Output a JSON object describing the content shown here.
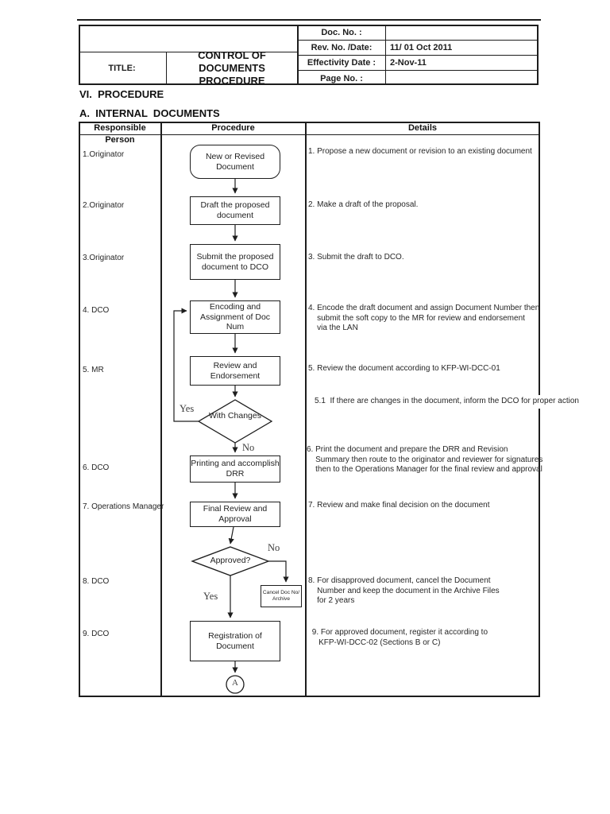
{
  "doc_header": {
    "title_label": "TITLE:",
    "title": "CONTROL OF DOCUMENTS PROCEDURE",
    "fields": [
      {
        "label": "Doc. No. :",
        "value": ""
      },
      {
        "label": "Rev. No. /Date:",
        "value": "11/ 01 Oct 2011"
      },
      {
        "label": "Effectivity Date :",
        "value": "2-Nov-11"
      },
      {
        "label": "Page No. :",
        "value": ""
      }
    ]
  },
  "headings": {
    "section": "VI.  PROCEDURE",
    "subsection": "A.  INTERNAL  DOCUMENTS"
  },
  "table": {
    "headers": [
      "Responsible Person",
      "Procedure",
      "Details"
    ]
  },
  "responsible": [
    {
      "label": "1.Originator"
    },
    {
      "label": "2.Originator"
    },
    {
      "label": "3.Originator"
    },
    {
      "label": "4. DCO"
    },
    {
      "label": "5. MR"
    },
    {
      "label": "6. DCO"
    },
    {
      "label": "7. Operations Manager"
    },
    {
      "label": "8. DCO"
    },
    {
      "label": "9. DCO"
    }
  ],
  "details": [
    {
      "text": "1. Propose a new document or revision to an existing document"
    },
    {
      "text": "2. Make a draft of the proposal."
    },
    {
      "text": "3. Submit the draft to DCO."
    },
    {
      "text": "4. Encode the draft document and assign Document Number then\n    submit the soft copy to the MR for review and endorsement\n    via the LAN"
    },
    {
      "text": "5. Review the document according to KFP-WI-DCC-01"
    },
    {
      "text": "5.1  If there are changes in the document, inform the DCO for proper action"
    },
    {
      "text": "6. Print the document and prepare the DRR and Revision\n    Summary then route to the originator and reviewer for signatures\n    then to the Operations Manager for the final review and approval"
    },
    {
      "text": "7. Review and make final decision on the document"
    },
    {
      "text": "8. For disapproved document, cancel the Document\n    Number and keep the document in the Archive Files\n    for 2 years"
    },
    {
      "text": " 9. For approved document, register it according to\n    KFP-WI-DCC-02 (Sections B or C)"
    }
  ],
  "flowchart": {
    "nodes": {
      "start": "New or Revised Document",
      "draft": "Draft the proposed document",
      "submit": "Submit the proposed document to DCO",
      "encoding": "Encoding and Assignment of Doc Num",
      "review": "Review and Endorsement",
      "changes": "With Changes",
      "printing": "Printing and accomplish DRR",
      "final": "Final Review and Approval",
      "approved": "Approved?",
      "cancel": "Cancel Doc No/ Archive",
      "registration": "Registration of Document",
      "connector": "A"
    },
    "edge_labels": {
      "changes_yes": "Yes",
      "changes_no": "No",
      "approved_no": "No",
      "approved_yes": "Yes"
    }
  },
  "colors": {
    "ink": "#1d1d1d",
    "paper": "#ffffff"
  }
}
